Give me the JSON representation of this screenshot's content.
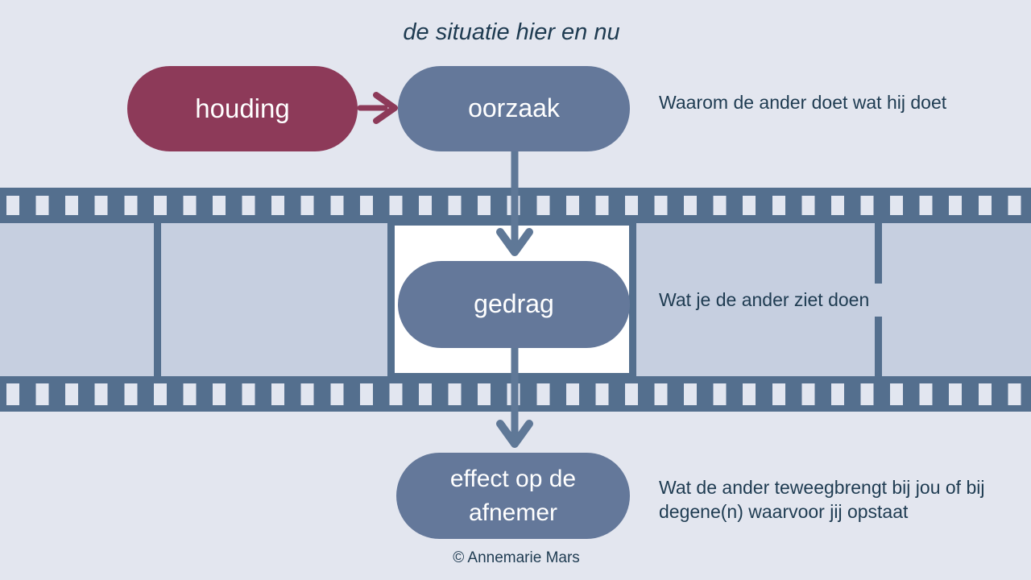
{
  "title": "de situatie hier en nu",
  "diagram": {
    "nodes": [
      {
        "id": "houding",
        "label": "houding"
      },
      {
        "id": "oorzaak",
        "label": "oorzaak"
      },
      {
        "id": "gedrag",
        "label": "gedrag"
      },
      {
        "id": "effect",
        "label": "effect op de afnemer",
        "lines": [
          "effect op de",
          "afnemer"
        ]
      }
    ],
    "annotations": {
      "oorzaak": "Waarom de ander doet wat hij doet",
      "gedrag": "Wat je de ander ziet doen",
      "effect": "Wat de ander teweegbrengt bij jou of bij degene(n) waarvoor jij opstaat"
    }
  },
  "footer": {
    "copyright": "© Annemarie Mars"
  },
  "colors": {
    "background": "#e3e6ef",
    "pill_accent": "#8d3a59",
    "pill_primary": "#64789a",
    "filmstrip_band": "#546f8e",
    "filmstrip_frame": "#c6cfe0",
    "frame_highlight": "#ffffff",
    "arrow": "#5f7897",
    "text_dark": "#1e3b51",
    "pill_text": "#ffffff"
  }
}
